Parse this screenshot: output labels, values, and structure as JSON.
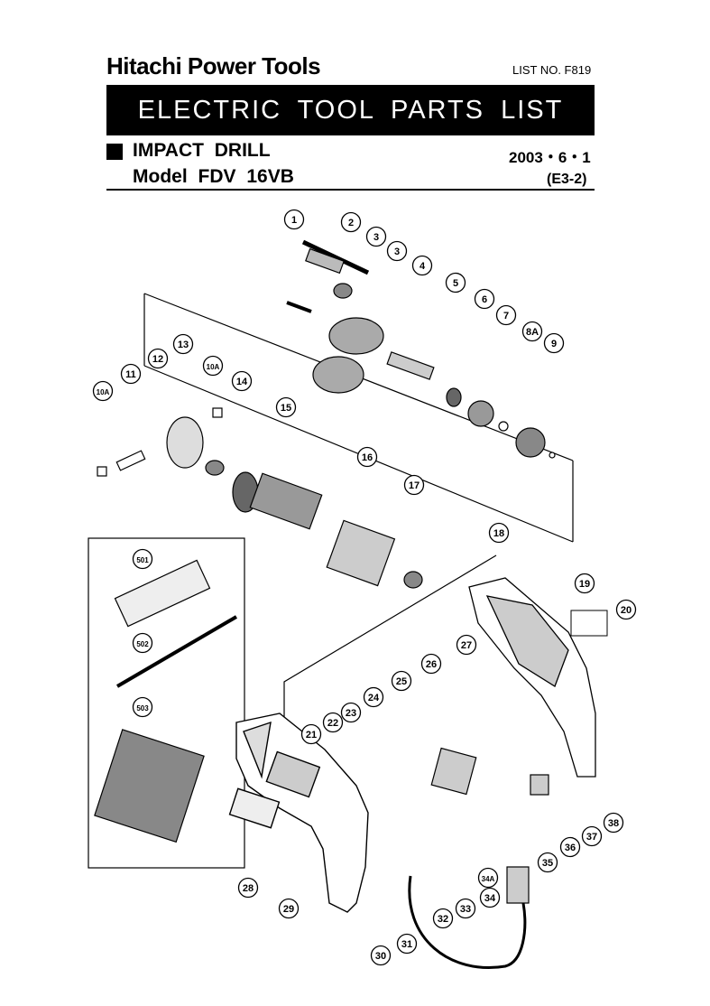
{
  "header": {
    "brand": "Hitachi Power Tools",
    "list_no": "LIST NO. F819",
    "banner": "ELECTRIC TOOL PARTS LIST",
    "product": "IMPACT DRILL",
    "date": "2003・6・1",
    "model": "Model FDV 16VB",
    "edition": "(E3-2)"
  },
  "callouts": [
    "1",
    "2",
    "3",
    "3",
    "4",
    "5",
    "6",
    "7",
    "8A",
    "9",
    "10A",
    "11",
    "12",
    "13",
    "10A",
    "14",
    "15",
    "16",
    "17",
    "18",
    "19",
    "20",
    "501",
    "502",
    "503",
    "21",
    "22",
    "23",
    "24",
    "25",
    "26",
    "27",
    "28",
    "29",
    "30",
    "31",
    "32",
    "33",
    "34A",
    "34",
    "35",
    "36",
    "37",
    "38"
  ]
}
